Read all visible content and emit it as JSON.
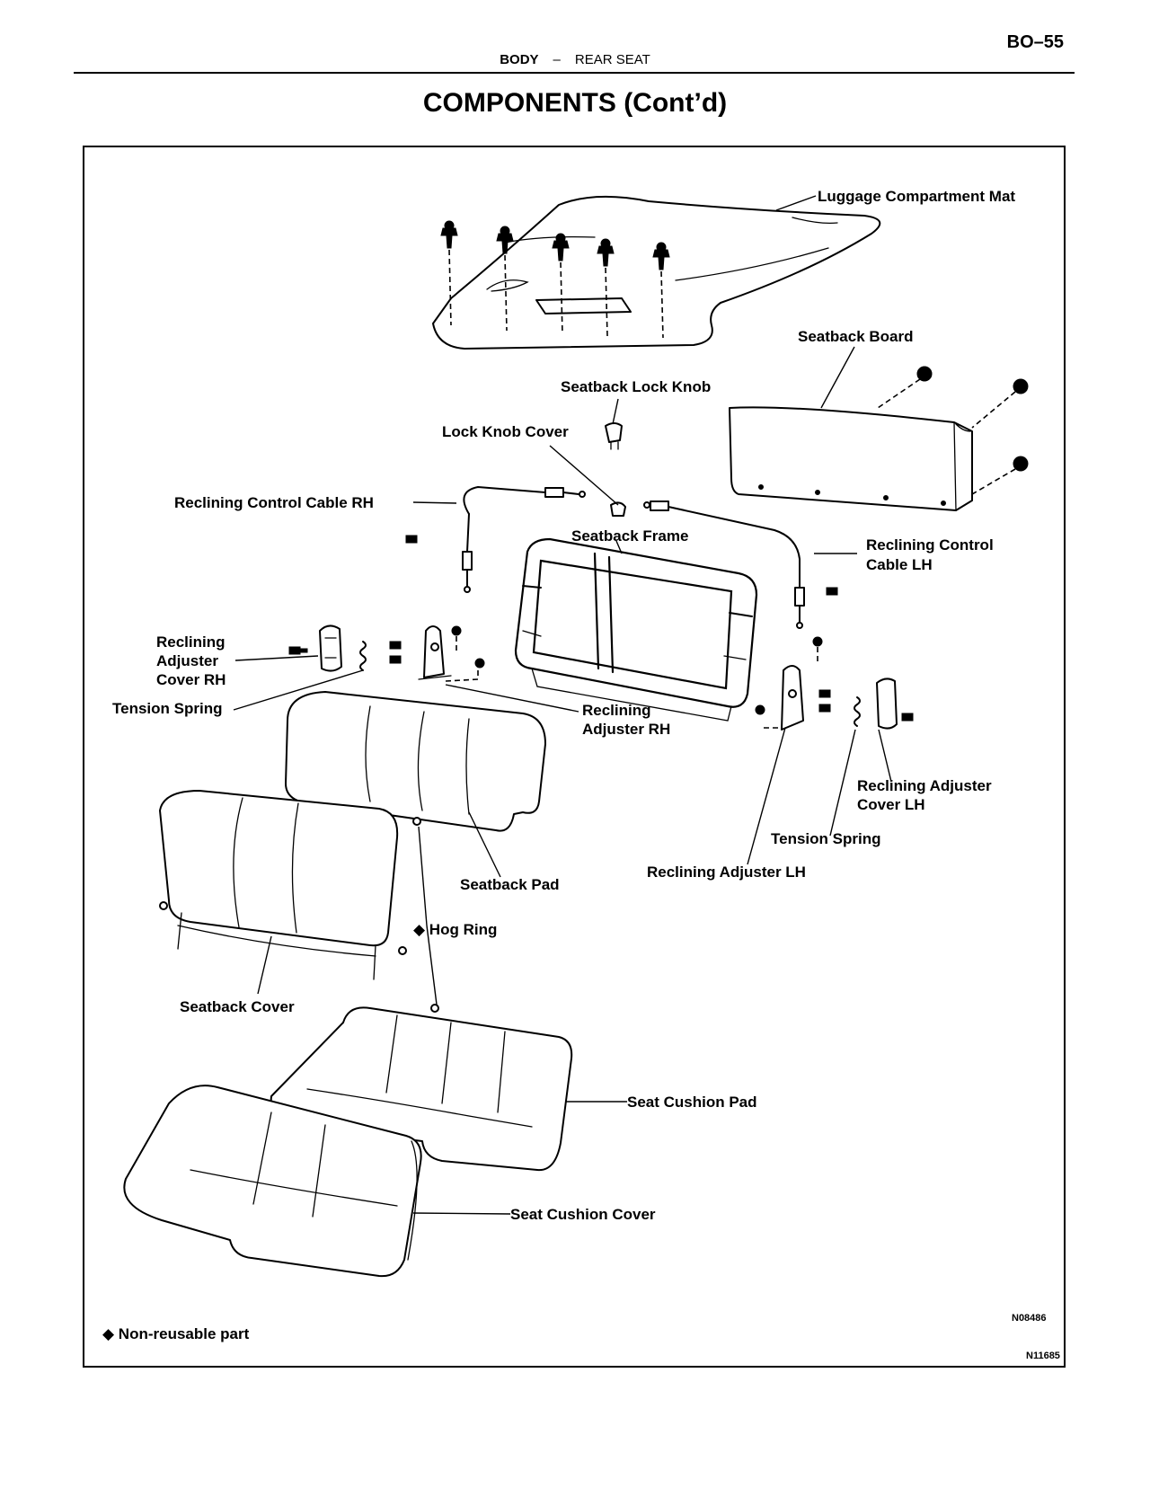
{
  "page": {
    "number": "BO–55",
    "section": "BODY",
    "separator": "–",
    "subsection": "REAR SEAT",
    "title": "COMPONENTS (Cont’d)"
  },
  "figure": {
    "labels": {
      "luggage_mat": "Luggage Compartment Mat",
      "seatback_board": "Seatback Board",
      "seatback_lock_knob": "Seatback Lock Knob",
      "lock_knob_cover": "Lock Knob Cover",
      "reclining_cable_rh": "Reclining Control Cable RH",
      "seatback_frame": "Seatback Frame",
      "reclining_cable_lh_1": "Reclining Control",
      "reclining_cable_lh_2": "Cable LH",
      "adjuster_cover_rh_1": "Reclining",
      "adjuster_cover_rh_2": "Adjuster",
      "adjuster_cover_rh_3": "Cover RH",
      "tension_spring_rh": "Tension Spring",
      "adjuster_rh_1": "Reclining",
      "adjuster_rh_2": "Adjuster RH",
      "adjuster_cover_lh_1": "Reclining Adjuster",
      "adjuster_cover_lh_2": "Cover LH",
      "tension_spring_lh": "Tension Spring",
      "adjuster_lh": "Reclining Adjuster LH",
      "seatback_pad": "Seatback Pad",
      "hog_ring": "◆ Hog Ring",
      "seatback_cover": "Seatback Cover",
      "seat_cushion_pad": "Seat Cushion Pad",
      "seat_cushion_cover": "Seat Cushion Cover"
    },
    "legend": "◆ Non-reusable part",
    "figure_code": "N08486",
    "page_code": "N11685"
  }
}
